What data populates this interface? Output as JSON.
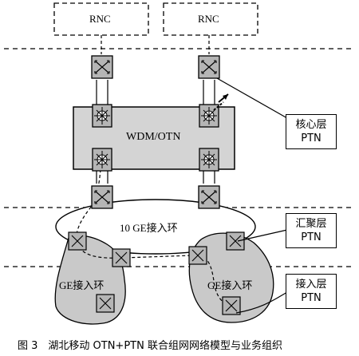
{
  "rnc": {
    "left": "RNC",
    "right": "RNC"
  },
  "wdm_label": "WDM/OTN",
  "ring_10ge": "10 GE接入环",
  "ge_ring_left": "GE接入环",
  "ge_ring_right": "GE接入环",
  "layers": {
    "core": {
      "name": "核心层",
      "type": "PTN"
    },
    "aggregation": {
      "name": "汇聚层",
      "type": "PTN"
    },
    "access": {
      "name": "接入层",
      "type": "PTN"
    }
  },
  "caption": "图 3　湖北移动 OTN+PTN 联合组网网络模型与业务组织",
  "colors": {
    "wdm_fill": "#d4d4d4",
    "ring_fill": "#c9c9c9",
    "node_fill": "#b5b5b5"
  }
}
